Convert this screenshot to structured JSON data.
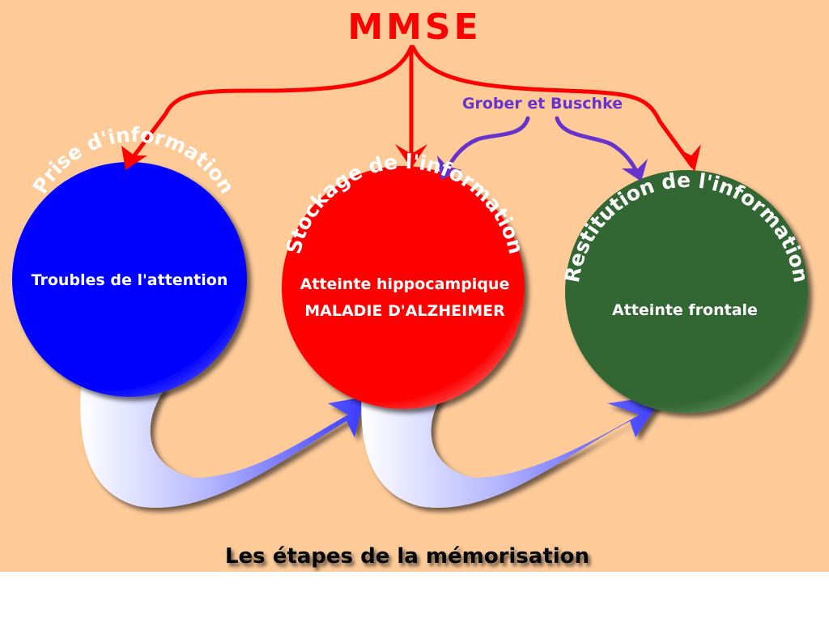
{
  "title": "MMSE",
  "subtitle": "Grober et Buschke",
  "caption": "Les étapes de la mémorisation",
  "colors": {
    "background": "#fdca98",
    "title": "#ff0000",
    "subtitle": "#6633cc",
    "stage1": "#0000ff",
    "stage2": "#ff0000",
    "stage3": "#336633",
    "flow_arrow": "#aab0ff"
  },
  "stages": [
    {
      "arc_label": "Prise d'information",
      "lines": [
        "Troubles de l'attention"
      ]
    },
    {
      "arc_label": "Stockage de l'information",
      "lines": [
        "Atteinte hippocampique",
        "MALADIE D'ALZHEIMER"
      ]
    },
    {
      "arc_label": "Restitution de l'information",
      "lines": [
        "Atteinte frontale"
      ]
    }
  ]
}
